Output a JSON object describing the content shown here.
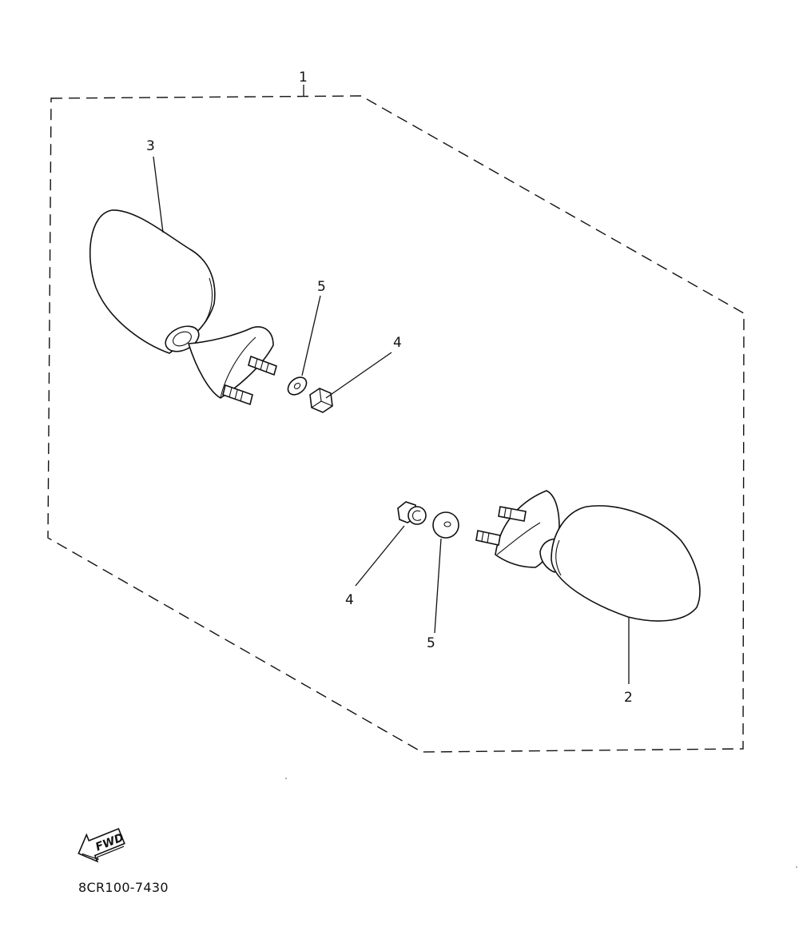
{
  "diagram": {
    "reference_code": "8CR100-7430",
    "fwd_label": "FWD",
    "callouts": {
      "c1": "1",
      "c2": "2",
      "c3": "3",
      "c4_upper": "4",
      "c4_lower": "4",
      "c5_upper": "5",
      "c5_lower": "5"
    }
  }
}
